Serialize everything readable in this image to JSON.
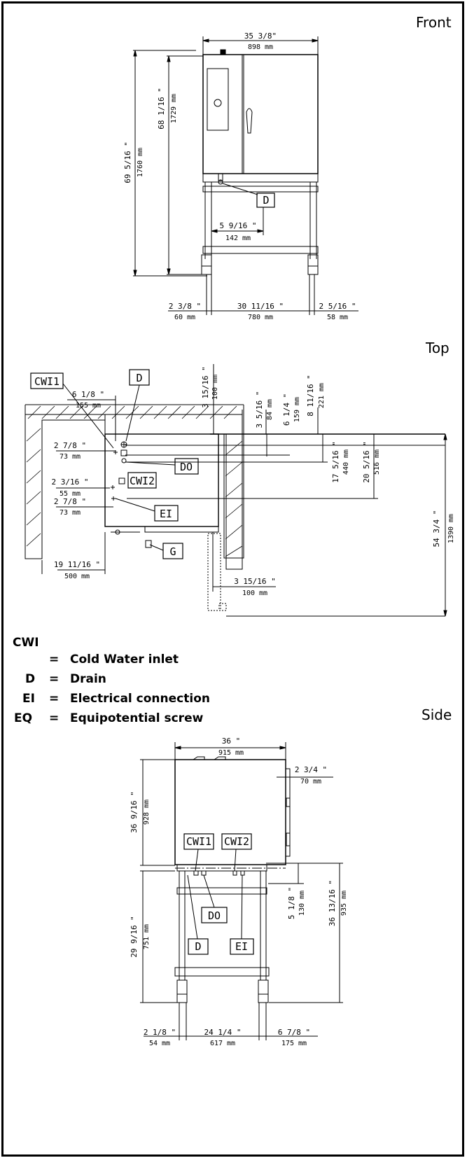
{
  "views": {
    "front": "Front",
    "top": "Top",
    "side": "Side"
  },
  "front": {
    "width_in": "35 3/8\"",
    "width_mm": "898 mm",
    "h_total_in": "69 5/16 \"",
    "h_total_mm": "1760 mm",
    "h_oven_in": "68 1/16 \"",
    "h_oven_mm": "1729 mm",
    "drain_off_in": "5 9/16 \"",
    "drain_off_mm": "142 mm",
    "left_in": "2 3/8 \"",
    "left_mm": "60 mm",
    "mid_in": "30 11/16 \"",
    "mid_mm": "780 mm",
    "right_in": "2 5/16 \"",
    "right_mm": "58 mm",
    "drain_label": "D"
  },
  "top": {
    "cwi1": "CWI1",
    "d": "D",
    "do": "DO",
    "cwi2": "CWI2",
    "ei": "EI",
    "g": "G",
    "d155_in": "6 1/8 \"",
    "d155_mm": "155 mm",
    "d73a_in": "2 7/8 \"",
    "d73a_mm": "73 mm",
    "d55_in": "2 3/16 \"",
    "d55_mm": "55 mm",
    "d73b_in": "2 7/8 \"",
    "d73b_mm": "73 mm",
    "d500_in": "19 11/16 \"",
    "d500_mm": "500 mm",
    "d100b_in": "3 15/16 \"",
    "d100b_mm": "100 mm",
    "d100t_in": "3 15/16 \"",
    "d100t_mm": "100 mm",
    "d84_in": "3 5/16 \"",
    "d84_mm": "84 mm",
    "d159_in": "6 1/4 \"",
    "d159_mm": "159 mm",
    "d221_in": "8 11/16 \"",
    "d221_mm": "221 mm",
    "d440_in": "17 5/16 \"",
    "d440_mm": "440 mm",
    "d516_in": "20 5/16 \"",
    "d516_mm": "516 mm",
    "d1390_in": "54 3/4 \"",
    "d1390_mm": "1390 mm"
  },
  "legend": [
    {
      "code": "CWI",
      "eq": "=",
      "desc": "Cold Water inlet"
    },
    {
      "code": "D",
      "eq": "=",
      "desc": "Drain"
    },
    {
      "code": "EI",
      "eq": "=",
      "desc": "Electrical connection"
    },
    {
      "code": "EQ",
      "eq": "=",
      "desc": "Equipotential screw"
    }
  ],
  "side": {
    "width_in": "36 \"",
    "width_mm": "915 mm",
    "h_oven_in": "36 9/16 \"",
    "h_oven_mm": "928 mm",
    "door_in": "2 3/4 \"",
    "door_mm": "70 mm",
    "h_stand_in": "29 9/16 \"",
    "h_stand_mm": "751 mm",
    "d130_in": "5 1/8 \"",
    "d130_mm": "130 mm",
    "d935_in": "36 13/16 \"",
    "d935_mm": "935 mm",
    "left_in": "2 1/8 \"",
    "left_mm": "54 mm",
    "mid_in": "24 1/4 \"",
    "mid_mm": "617 mm",
    "right_in": "6 7/8 \"",
    "right_mm": "175 mm",
    "cwi1": "CWI1",
    "cwi2": "CWI2",
    "do": "DO",
    "d": "D",
    "ei": "EI"
  }
}
